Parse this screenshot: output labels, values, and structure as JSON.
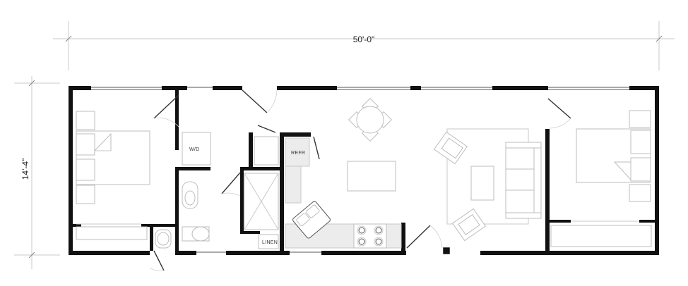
{
  "dimensions": {
    "width_label": "50'-0\"",
    "depth_label": "14'-4\""
  },
  "room_labels": {
    "washer_dryer": "W/D",
    "refrigerator": "REFR",
    "linen": "LINEN"
  }
}
